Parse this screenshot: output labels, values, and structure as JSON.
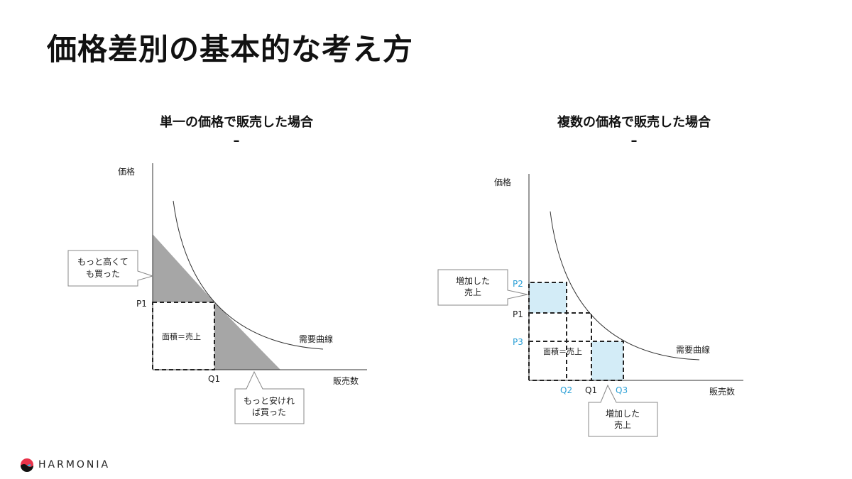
{
  "title": "価格差別の基本的な考え方",
  "left": {
    "heading": "単一の価格で販売した場合",
    "dash": "–",
    "y_label": "価格",
    "x_label": "販売数",
    "p1": "P1",
    "q1": "Q1",
    "curve_label": "需要曲線",
    "area_label": "面積＝売上",
    "callout_high": [
      "もっと高くて",
      "も買った"
    ],
    "callout_low": [
      "もっと安けれ",
      "ば買った"
    ]
  },
  "right": {
    "heading": "複数の価格で販売した場合",
    "dash": "–",
    "y_label": "価格",
    "x_label": "販売数",
    "p1": "P1",
    "p2": "P2",
    "p3": "P3",
    "q1": "Q1",
    "q2": "Q2",
    "q3": "Q3",
    "curve_label": "需要曲線",
    "area_label": "面積＝売上",
    "callout_left": [
      "増加した",
      "売上"
    ],
    "callout_bottom": [
      "増加した",
      "売上"
    ]
  },
  "colors": {
    "accent_blue": "#2a9fd6",
    "fill_blue": "#d3ecf7",
    "fill_gray": "#a6a6a6"
  },
  "logo": {
    "text": "HARMONIA"
  }
}
